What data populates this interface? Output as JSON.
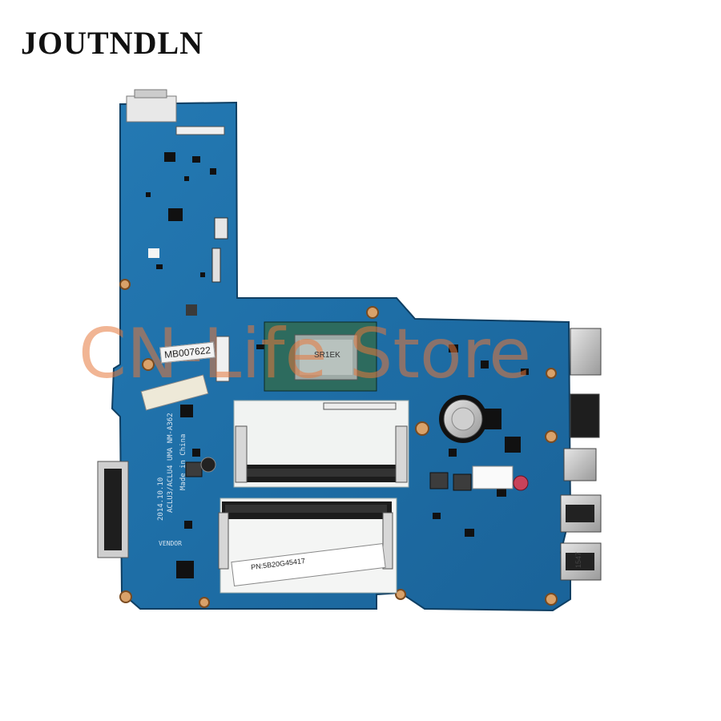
{
  "brand": {
    "name": "JOUTNDLN"
  },
  "watermark": {
    "text": "CN-Life Store"
  },
  "board_labels": {
    "sticker": "MB007622",
    "part_label": "PN:5B20G45417",
    "cpu_code": "SR1EK",
    "vendor": "VENDOR",
    "silkscreen_model": "ACLU3/ACLU4 UMA NM-A362",
    "silkscreen_date": "2014.10.10",
    "silkscreen_origin": "Made in China",
    "usb_mark": "1547"
  },
  "colors": {
    "pcb": "#1f6fa8",
    "pcb_dark": "#15507e",
    "watermark": "#e8783c",
    "slot_white": "#f1f3f2"
  }
}
